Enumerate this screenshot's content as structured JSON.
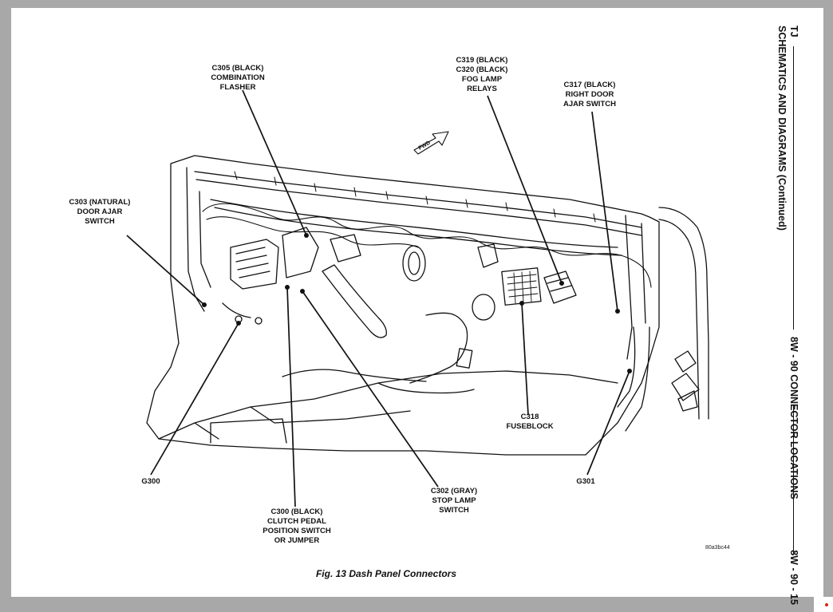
{
  "figure": {
    "caption": "Fig. 13 Dash Panel Connectors",
    "code": "80a3bc44",
    "fwd_label": "FWD"
  },
  "header": {
    "left": "TJ",
    "middle": "8W - 90 CONNECTOR LOCATIONS",
    "right": "8W - 90 - 15",
    "subtitle": "SCHEMATICS AND DIAGRAMS (Continued)"
  },
  "callouts": [
    {
      "id": "c305",
      "lines": [
        "C305 (BLACK)",
        "COMBINATION",
        "FLASHER"
      ]
    },
    {
      "id": "c319",
      "lines": [
        "C319 (BLACK)",
        "C320 (BLACK)",
        "FOG LAMP",
        "RELAYS"
      ]
    },
    {
      "id": "c317",
      "lines": [
        "C317 (BLACK)",
        "RIGHT DOOR",
        "AJAR SWITCH"
      ]
    },
    {
      "id": "c303",
      "lines": [
        "C303 (NATURAL)",
        "DOOR AJAR",
        "SWITCH"
      ]
    },
    {
      "id": "c318",
      "lines": [
        "C318",
        "FUSEBLOCK"
      ]
    },
    {
      "id": "g300",
      "lines": [
        "G300"
      ]
    },
    {
      "id": "g301",
      "lines": [
        "G301"
      ]
    },
    {
      "id": "c302",
      "lines": [
        "C302 (GRAY)",
        "STOP LAMP",
        "SWITCH"
      ]
    },
    {
      "id": "c300",
      "lines": [
        "C300 (BLACK)",
        "CLUTCH PEDAL",
        "POSITION SWITCH",
        "OR JUMPER"
      ]
    }
  ]
}
